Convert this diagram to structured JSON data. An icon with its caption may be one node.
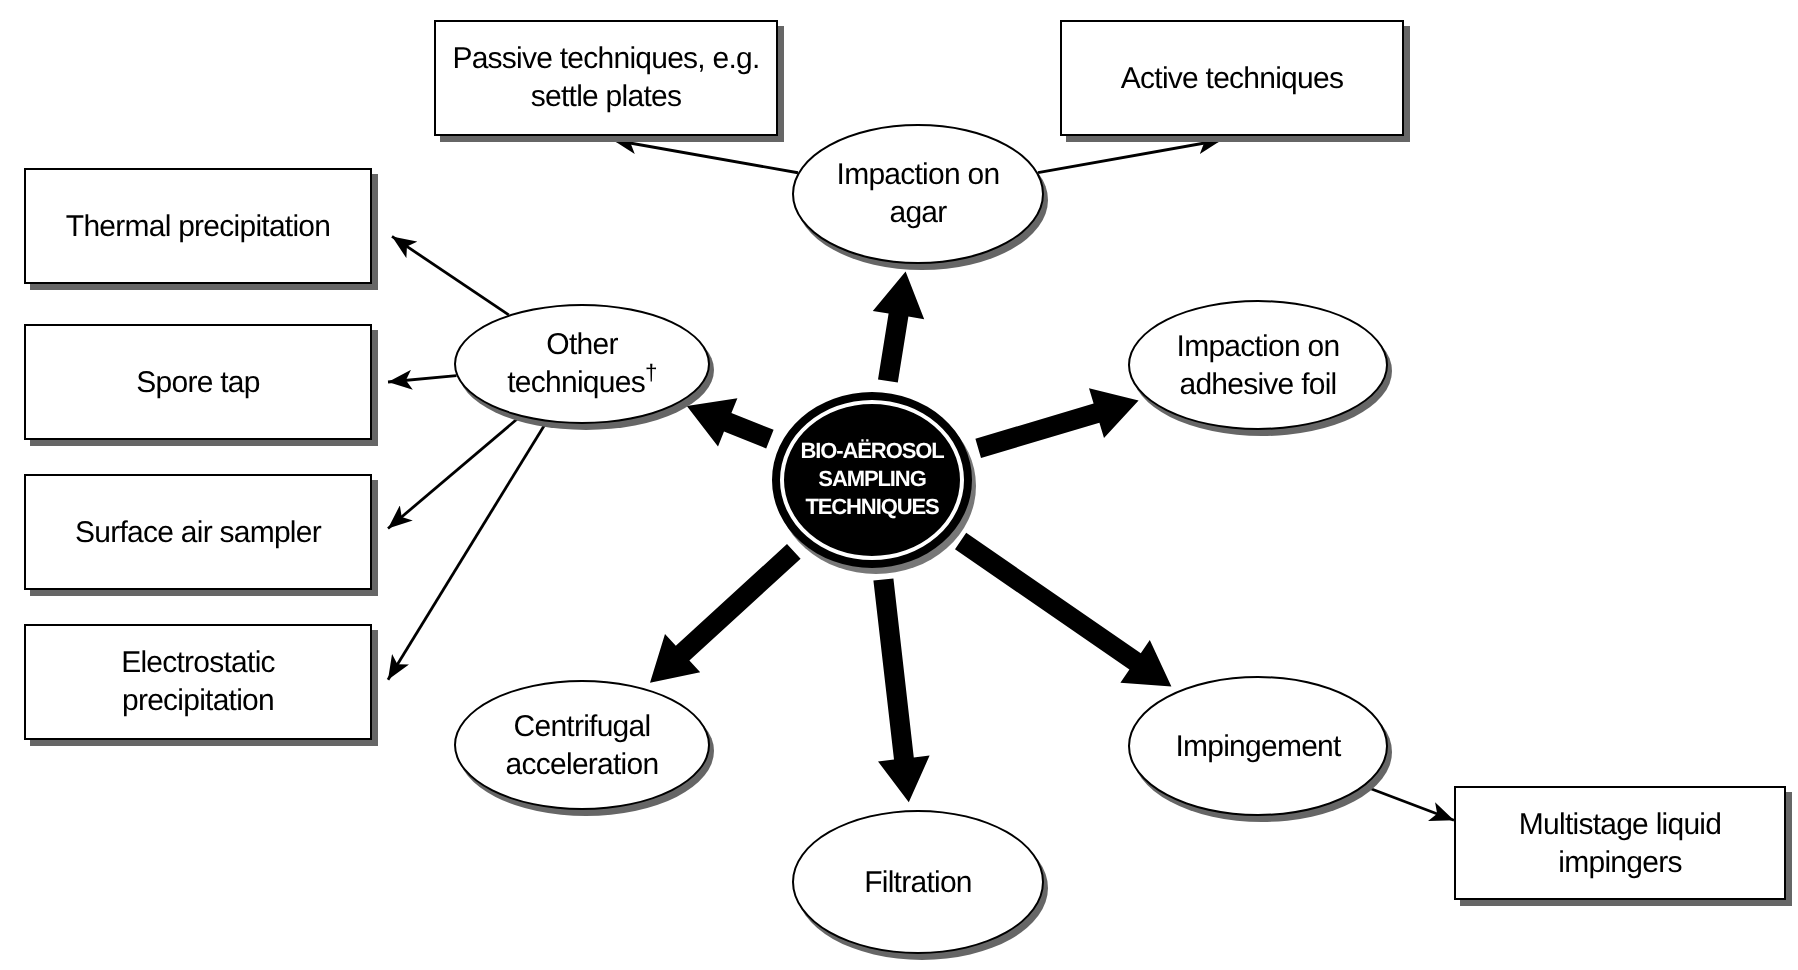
{
  "diagram": {
    "nodes": [
      {
        "text": [
          "BIO-AËROSOL SAMPLING TECHNIQUES"
        ]
      },
      {
        "text": [
          "Impaction on agar"
        ]
      },
      {
        "text": [
          "Passive techniques, e.g. settle plates"
        ]
      },
      {
        "text": [
          "Active techniques"
        ]
      },
      {
        "text": [
          "Other techniques$^{†}$"
        ]
      },
      {
        "text": [
          "Thermal precipitation"
        ]
      },
      {
        "text": [
          "Spore tap"
        ]
      },
      {
        "text": [
          "Surface air sampler"
        ]
      },
      {
        "text": [
          "Electrostatic precipitation"
        ]
      },
      {
        "text": [
          "Impaction on adhesive foil"
        ]
      },
      {
        "text": [
          "Centrifugal acceleration"
        ]
      },
      {
        "text": [
          "Impingement"
        ]
      },
      {
        "text": [
          "Filtration"
        ]
      },
      {
        "text": [
          "Multistage liquid impingers"
        ]
      }
    ],
    "edges": [
      {
        "from": 0,
        "to": 1,
        "arrow": "to",
        "style": "thick"
      },
      {
        "from": 0,
        "to": 4,
        "arrow": "to",
        "style": "thick"
      },
      {
        "from": 0,
        "to": 9,
        "arrow": "to",
        "style": "thick"
      },
      {
        "from": 0,
        "to": 10,
        "arrow": "to",
        "style": "thick"
      },
      {
        "from": 0,
        "to": 11,
        "arrow": "to",
        "style": "thick"
      },
      {
        "from": 0,
        "to": 12,
        "arrow": "to",
        "style": "thick"
      },
      {
        "from": 1,
        "to": 2,
        "arrow": "to"
      },
      {
        "from": 1,
        "to": 3,
        "arrow": "to"
      },
      {
        "from": 4,
        "to": 5,
        "arrow": "to"
      },
      {
        "from": 4,
        "to": 6,
        "arrow": "to"
      },
      {
        "from": 4,
        "to": 7,
        "arrow": "to"
      },
      {
        "from": 4,
        "to": 8,
        "arrow": "to"
      },
      {
        "from": 11,
        "to": 13,
        "arrow": "to"
      }
    ]
  }
}
